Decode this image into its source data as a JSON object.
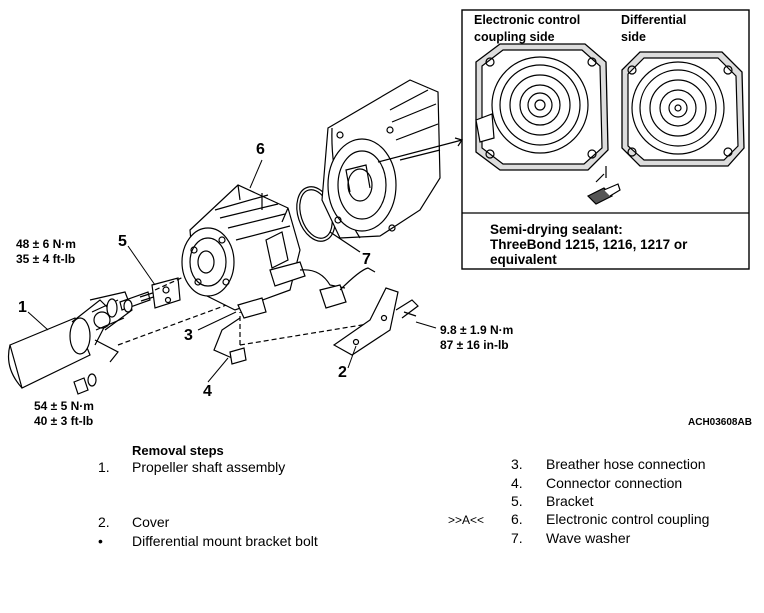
{
  "callouts": [
    "1",
    "2",
    "3",
    "4",
    "5",
    "6",
    "7"
  ],
  "torque_specs": {
    "spec_a": [
      "48 ± 6 N·m",
      "35 ± 4 ft-lb"
    ],
    "spec_b": [
      "54 ± 5 N·m",
      "40 ± 3 ft-lb"
    ],
    "spec_c": [
      "9.8 ± 1.9 N·m",
      "87 ± 16 in-lb"
    ]
  },
  "inset": {
    "left_label": [
      "Electronic control",
      "coupling side"
    ],
    "right_label": [
      "Differential",
      "side"
    ],
    "sealant_note": [
      "Semi-drying sealant:",
      "ThreeBond 1215, 1216, 1217 or",
      "equivalent"
    ]
  },
  "figure_id": "ACH03608AB",
  "removal": {
    "title": "Removal steps",
    "left_steps": [
      {
        "num": "1.",
        "text": "Propeller shaft assembly"
      },
      {
        "num": "2.",
        "text": "Cover"
      },
      {
        "num": "•",
        "text": "Differential mount bracket bolt"
      }
    ],
    "right_steps": [
      {
        "num": "3.",
        "text": "Breather hose connection"
      },
      {
        "num": "4.",
        "text": "Connector connection"
      },
      {
        "num": "5.",
        "text": "Bracket"
      },
      {
        "num": "6.",
        "text": "Electronic control coupling"
      },
      {
        "num": "7.",
        "text": "Wave washer"
      }
    ],
    "service_mark": ">>A<<"
  }
}
